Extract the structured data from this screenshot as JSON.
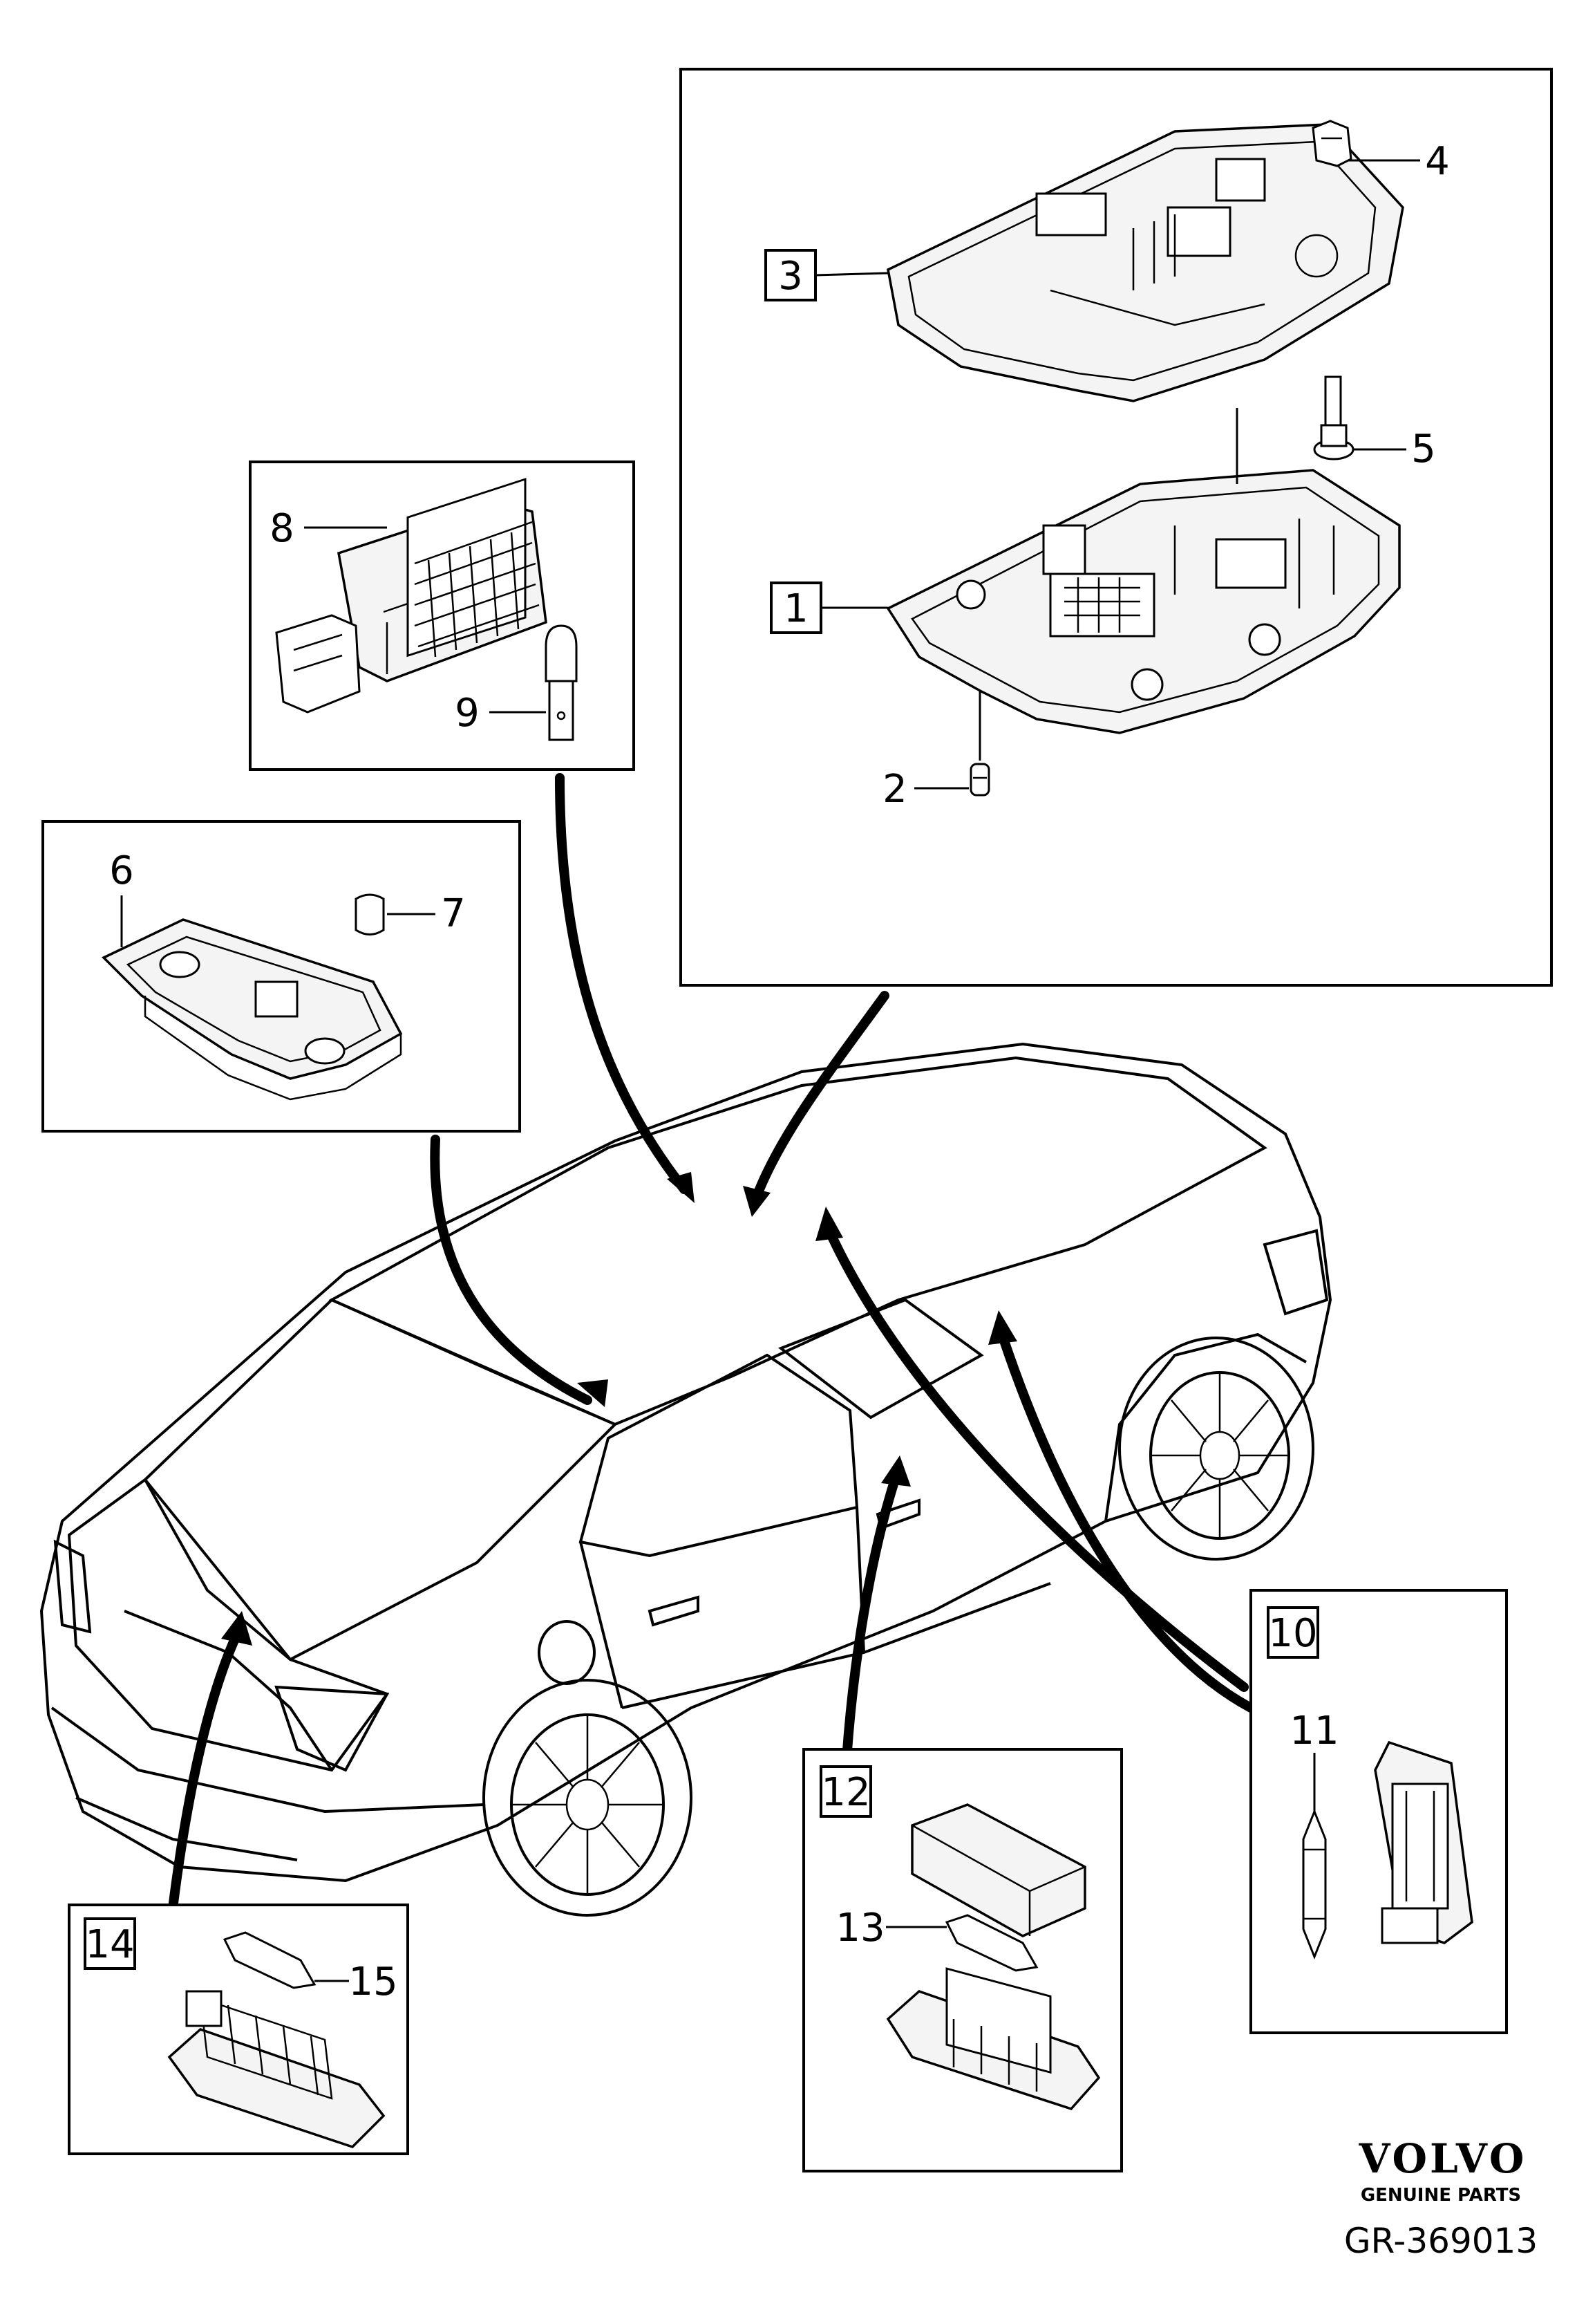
{
  "callouts": {
    "n1": "1",
    "n2": "2",
    "n3": "3",
    "n4": "4",
    "n5": "5",
    "n6": "6",
    "n7": "7",
    "n8": "8",
    "n9": "9",
    "n10": "10",
    "n11": "11",
    "n12": "12",
    "n13": "13",
    "n14": "14",
    "n15": "15"
  },
  "brand": {
    "name": "VOLVO",
    "tagline": "GENUINE PARTS"
  },
  "reference": "GR-369013"
}
